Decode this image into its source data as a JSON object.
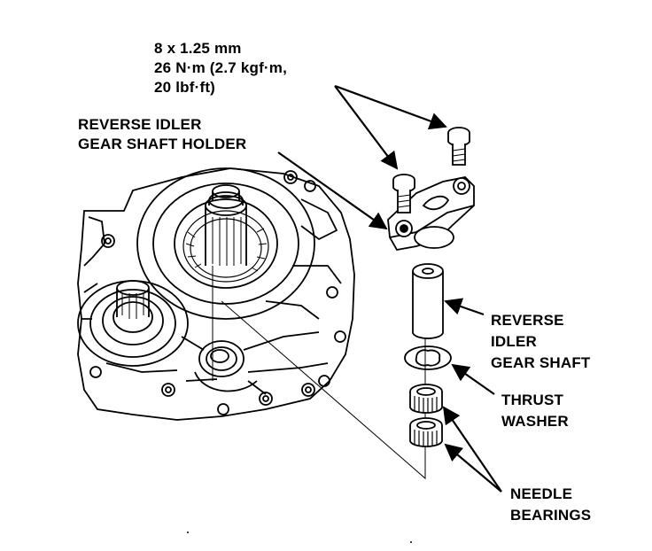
{
  "labels": {
    "torque": {
      "line1": "8 x 1.25 mm",
      "line2": "26 N·m (2.7 kgf·m,",
      "line3": "20 lbf·ft)"
    },
    "holder": {
      "line1": "REVERSE IDLER",
      "line2": "GEAR SHAFT HOLDER"
    },
    "shaft": {
      "line1": "REVERSE",
      "line2": "IDLER",
      "line3": "GEAR SHAFT"
    },
    "washer": {
      "line1": "THRUST",
      "line2": "WASHER"
    },
    "bearings": {
      "line1": "NEEDLE",
      "line2": "BEARINGS"
    }
  },
  "colors": {
    "ink": "#000000",
    "paper": "#ffffff"
  }
}
